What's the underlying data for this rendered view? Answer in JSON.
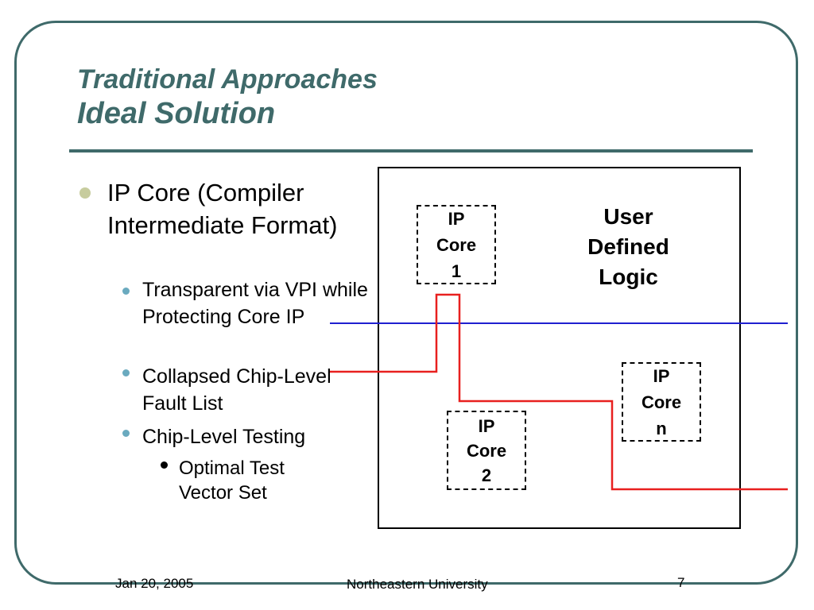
{
  "slide": {
    "title_line1": "Traditional Approaches",
    "title_line2": "Ideal Solution",
    "bullets": {
      "main": "IP Core (Compiler Intermediate Format)",
      "sub1": "Transparent via VPI while Protecting Core IP",
      "sub2": "Collapsed Chip-Level Fault List",
      "sub3": "Chip-Level Testing",
      "subsub1": "Optimal Test Vector Set"
    },
    "diagram": {
      "user_logic": [
        "User",
        "Defined",
        "Logic"
      ],
      "core1": [
        "IP",
        "Core",
        "1"
      ],
      "core2": [
        "IP",
        "Core",
        "2"
      ],
      "coren": [
        "IP",
        "Core",
        "n"
      ],
      "colors": {
        "signal_red": "#e8201f",
        "signal_blue": "#1f1fd0",
        "accent": "#3f6a6a"
      }
    },
    "footer": {
      "date": "Jan 20, 2005",
      "org": "Northeastern University",
      "page": "7"
    }
  }
}
